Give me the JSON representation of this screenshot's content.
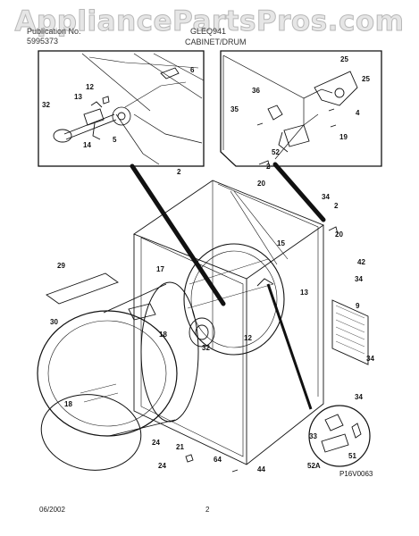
{
  "watermark": "AppliancePartsPros.com",
  "header": {
    "publication_label": "Publication No.",
    "publication_no": "5995373",
    "model_partial": "GLEQ941",
    "section_title": "CABINET/DRUM"
  },
  "callouts": [
    "25",
    "6",
    "13",
    "12",
    "32",
    "36",
    "35",
    "14",
    "5",
    "4",
    "25",
    "19",
    "52",
    "2",
    "2",
    "20",
    "2",
    "34",
    "20",
    "15",
    "17",
    "13",
    "42",
    "34",
    "29",
    "9",
    "30",
    "18",
    "32",
    "12",
    "34",
    "18",
    "24",
    "34",
    "21",
    "24",
    "64",
    "33",
    "44",
    "52A",
    "51",
    "2"
  ],
  "illustration_code": "P16V0063",
  "footer": {
    "date": "06/2002",
    "page": "2"
  }
}
